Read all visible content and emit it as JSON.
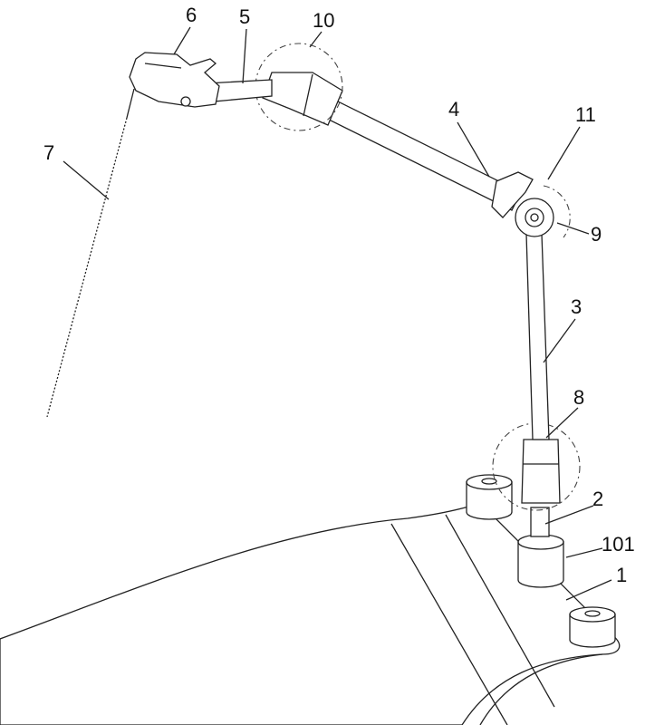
{
  "figure": {
    "labels": {
      "l1": "1",
      "l2": "2",
      "l3": "3",
      "l4": "4",
      "l5": "5",
      "l6": "6",
      "l7": "7",
      "l8": "8",
      "l9": "9",
      "l10": "10",
      "l11": "11",
      "l101": "101"
    }
  }
}
